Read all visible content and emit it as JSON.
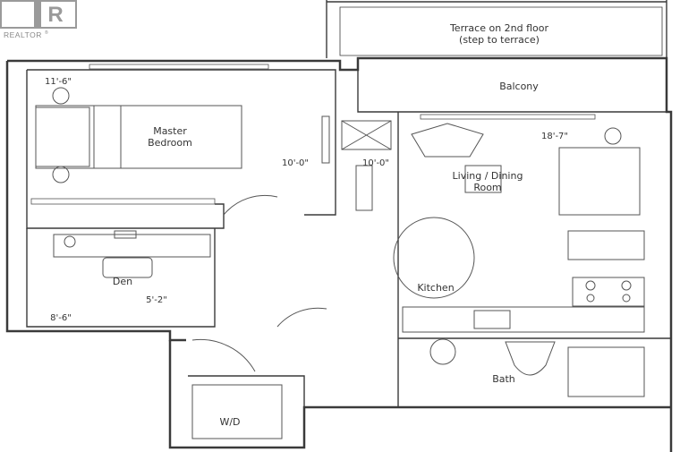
{
  "logo": {
    "text": "REALTOR",
    "mark": "®",
    "letter": "R"
  },
  "rooms": {
    "terrace_line1": "Terrace on 2nd floor",
    "terrace_line2": "(step to terrace)",
    "balcony": "Balcony",
    "master_line1": "Master",
    "master_line2": "Bedroom",
    "living_line1": "Living / Dining",
    "living_line2": "Room",
    "den": "Den",
    "kitchen": "Kitchen",
    "bath": "Bath",
    "wd": "W/D"
  },
  "dimensions": {
    "master_width": "11'-6\"",
    "master_height": "10'-0\"",
    "living_depth": "10'-0\"",
    "living_width": "18'-7\"",
    "den_inner": "5'-2\"",
    "den_width": "8'-6\""
  },
  "colors": {
    "wall": "#3a3a3a",
    "line": "#555555",
    "logo_bg": "#9a9a9a"
  }
}
